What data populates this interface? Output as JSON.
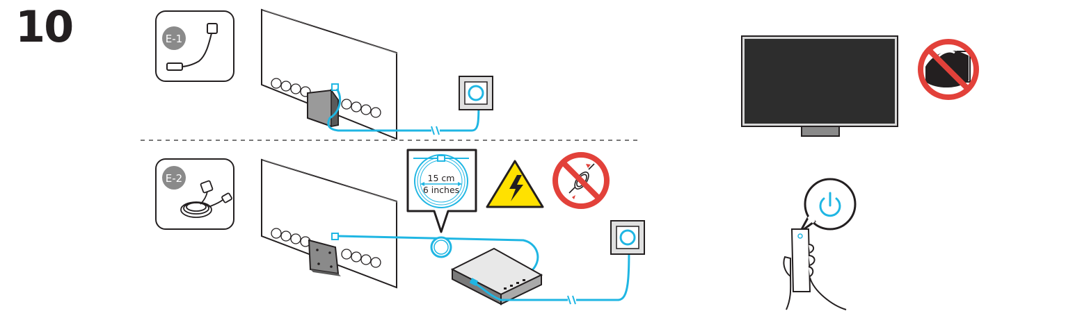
{
  "step": {
    "number": "10"
  },
  "variant_one": {
    "badge": "E-1"
  },
  "variant_two": {
    "badge": "E-2",
    "distance": {
      "metric": "15 cm",
      "imperial": "6 inches"
    }
  },
  "icons": [
    "cable-accessory-icon",
    "power-outlet-icon",
    "electric-hazard-warning-icon",
    "no-bundled-cable-icon",
    "no-touching-screen-icon",
    "power-button-icon",
    "remote-control-icon"
  ],
  "colors": {
    "cable": "#1fb6e3",
    "prohibition": "#e2413a",
    "warning": "#ffe100",
    "outline": "#231f20",
    "screen": "#2d2d2d"
  }
}
